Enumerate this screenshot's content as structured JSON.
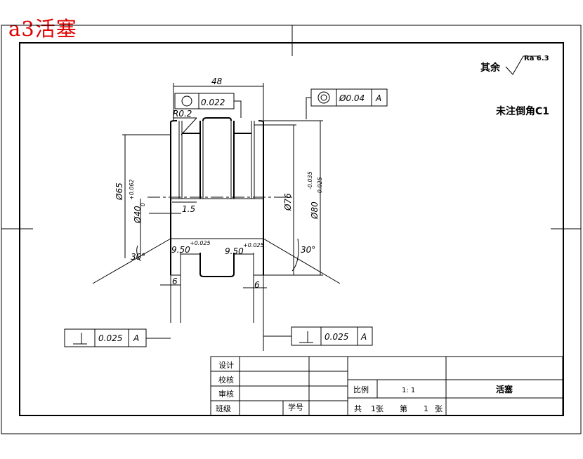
{
  "stamp": "a3活塞",
  "notes": {
    "surface_other": "其余",
    "ra_label": "Ra 6.3",
    "chamfer": "未注倒角C1"
  },
  "dims": {
    "width": "48",
    "radius": "R0.2",
    "d65": "Ø65",
    "d40": "Ø40",
    "d40_tol_upper": "+0.062",
    "d40_tol_lower": "0",
    "d76": "Ø76",
    "d80": "Ø80",
    "d80_tol_upper": "-0.035",
    "d80_tol_lower": "-0.025",
    "groove_depth": "1.5",
    "groove_left": "9.50",
    "groove_left_tol": "+0.025",
    "groove_right": "9.50",
    "groove_right_tol": "+0.025",
    "angle_left": "30°",
    "angle_right": "30°",
    "land_left": "6",
    "land_right": "6"
  },
  "fcf": {
    "cylindricity_value": "0.022",
    "coaxiality_value": "Ø0.04",
    "coaxiality_datum": "A",
    "perp_left_value": "0.025",
    "perp_left_datum": "A",
    "perp_right_value": "0.025",
    "perp_right_datum": "A"
  },
  "title_block": {
    "design": "设计",
    "check": "校核",
    "review": "审核",
    "class": "班级",
    "student_no": "学号",
    "scale_label": "比例",
    "scale_value": "1: 1",
    "part_name": "活塞",
    "total": "共",
    "total_sheets": "1张",
    "sheet_label": "第",
    "sheet_no": "1",
    "sheet_unit": "张"
  }
}
